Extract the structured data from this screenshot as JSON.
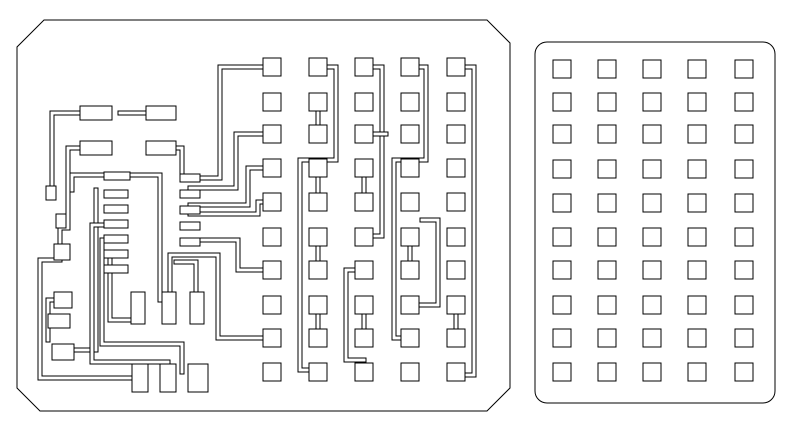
{
  "diagram": {
    "kind": "pcb-copper-outline",
    "stroke_color": "#000000",
    "background_color": "#ffffff",
    "left_board": {
      "pad_grid": {
        "rows": 10,
        "cols": 5
      },
      "component_pads": [
        {
          "id": "r-top-1"
        },
        {
          "id": "r-top-2"
        },
        {
          "id": "r-mid-1"
        },
        {
          "id": "r-mid-2"
        },
        {
          "id": "ic-pad"
        },
        {
          "id": "cap-1"
        },
        {
          "id": "cap-2"
        },
        {
          "id": "tall-pad-1"
        },
        {
          "id": "tall-pad-2"
        },
        {
          "id": "tall-pad-3"
        },
        {
          "id": "bottom-pad-1"
        },
        {
          "id": "bottom-pad-2"
        },
        {
          "id": "bottom-pad-3"
        }
      ]
    },
    "right_board": {
      "pad_grid": {
        "rows": 10,
        "cols": 5
      }
    }
  }
}
